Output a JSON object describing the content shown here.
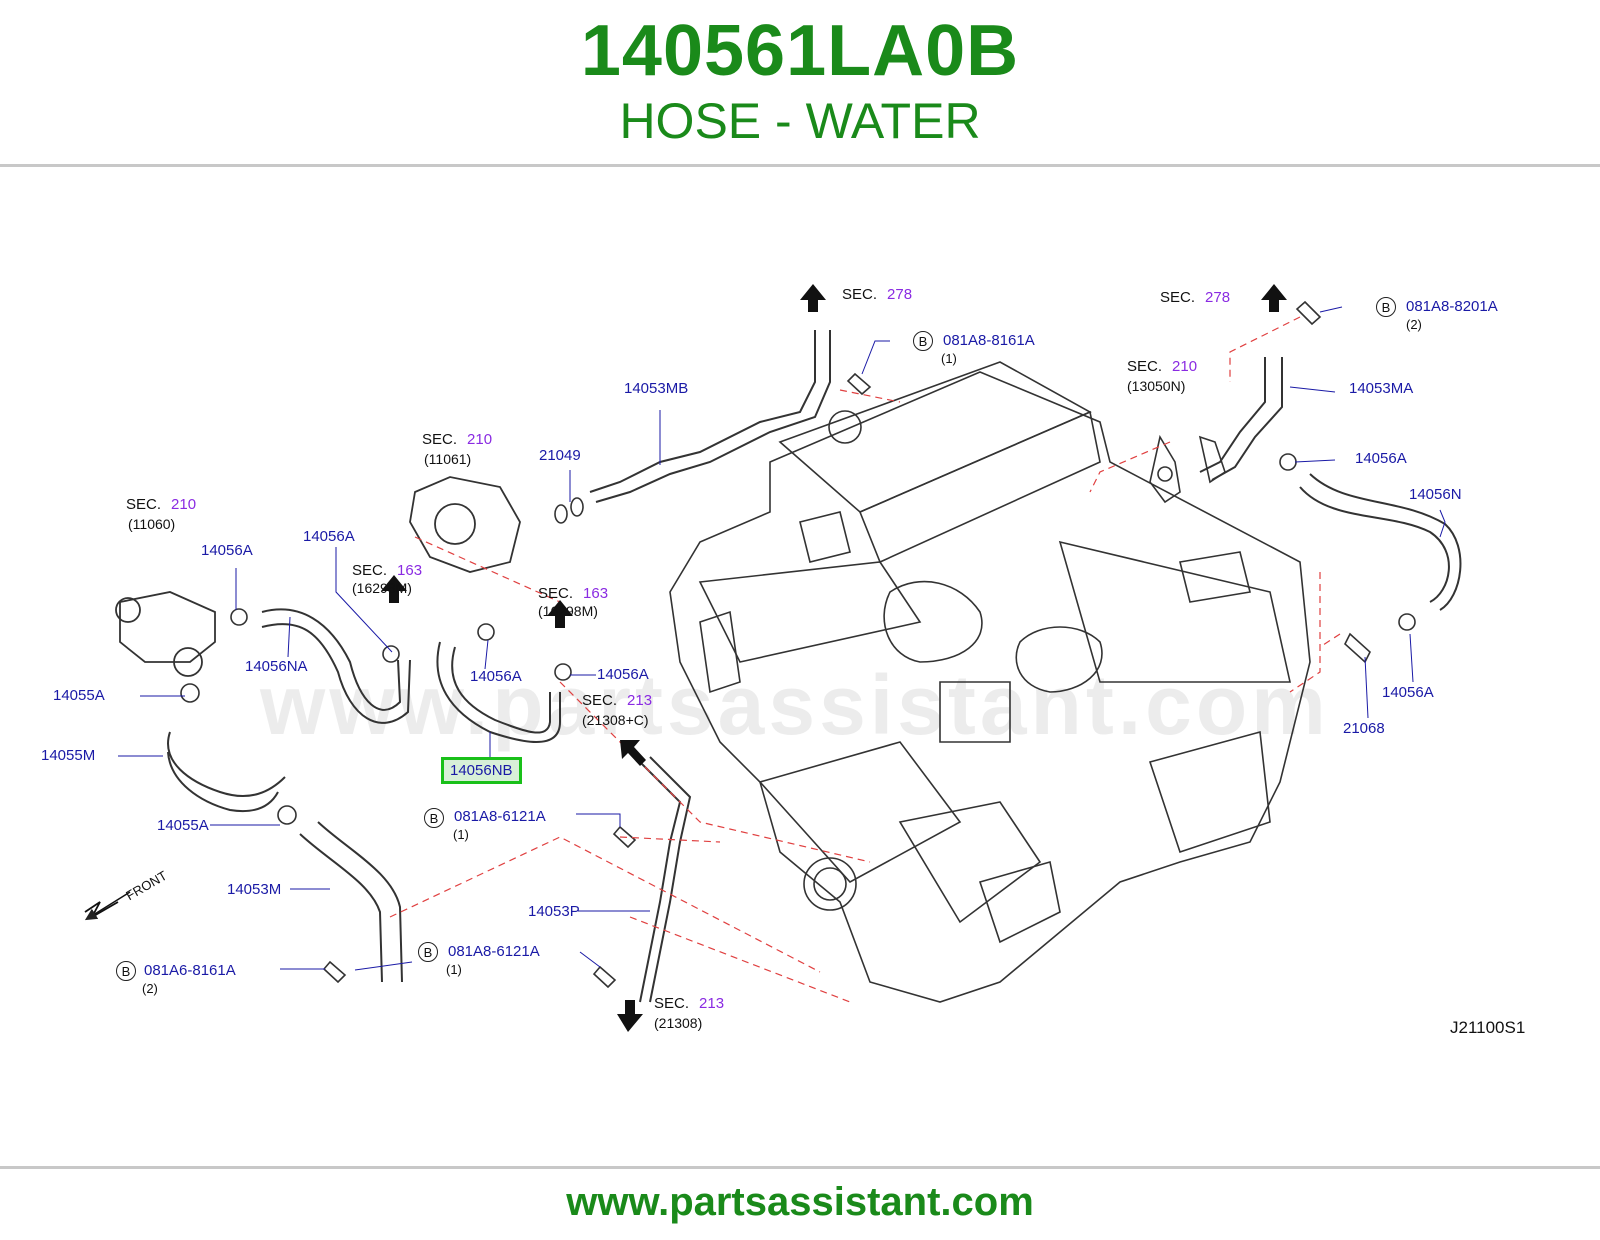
{
  "header": {
    "part_number": "140561LA0B",
    "part_name": "HOSE - WATER"
  },
  "footer": {
    "url": "www.partsassistant.com"
  },
  "watermark": "www.partsassistant.com",
  "diagram_code": "J21100S1",
  "front_label": "FRONT",
  "sections": [
    {
      "sec": "SEC.",
      "num": "278",
      "sub": ""
    },
    {
      "sec": "SEC.",
      "num": "278",
      "sub": ""
    },
    {
      "sec": "SEC.",
      "num": "210",
      "sub": "(13050N)"
    },
    {
      "sec": "SEC.",
      "num": "210",
      "sub": "(11061)"
    },
    {
      "sec": "SEC.",
      "num": "210",
      "sub": "(11060)"
    },
    {
      "sec": "SEC.",
      "num": "163",
      "sub": "(16298M)"
    },
    {
      "sec": "SEC.",
      "num": "163",
      "sub": "(16298M)"
    },
    {
      "sec": "SEC.",
      "num": "213",
      "sub": "(21308+C)"
    },
    {
      "sec": "SEC.",
      "num": "213",
      "sub": "(21308)"
    }
  ],
  "bolts": [
    {
      "b": "B",
      "part": "081A8-8201A",
      "qty": "(2)"
    },
    {
      "b": "B",
      "part": "081A8-8161A",
      "qty": "(1)"
    },
    {
      "b": "B",
      "part": "081A8-6121A",
      "qty": "(1)"
    },
    {
      "b": "B",
      "part": "081A8-6121A",
      "qty": "(1)"
    },
    {
      "b": "B",
      "part": "081A6-8161A",
      "qty": "(2)"
    }
  ],
  "labels": {
    "l14053MB": "14053MB",
    "l21049": "21049",
    "l14053MA": "14053MA",
    "l14056A_tr": "14056A",
    "l14056N": "14056N",
    "l14056A_a": "14056A",
    "l14056A_b": "14056A",
    "l14056NA": "14056NA",
    "l14055A_a": "14055A",
    "l14055M": "14055M",
    "l14056A_c": "14056A",
    "l14056A_d": "14056A",
    "l14056NB": "14056NB",
    "l14055A_b": "14055A",
    "l14053M": "14053M",
    "l14053P": "14053P",
    "l14056A_r": "14056A",
    "l21068": "21068"
  }
}
